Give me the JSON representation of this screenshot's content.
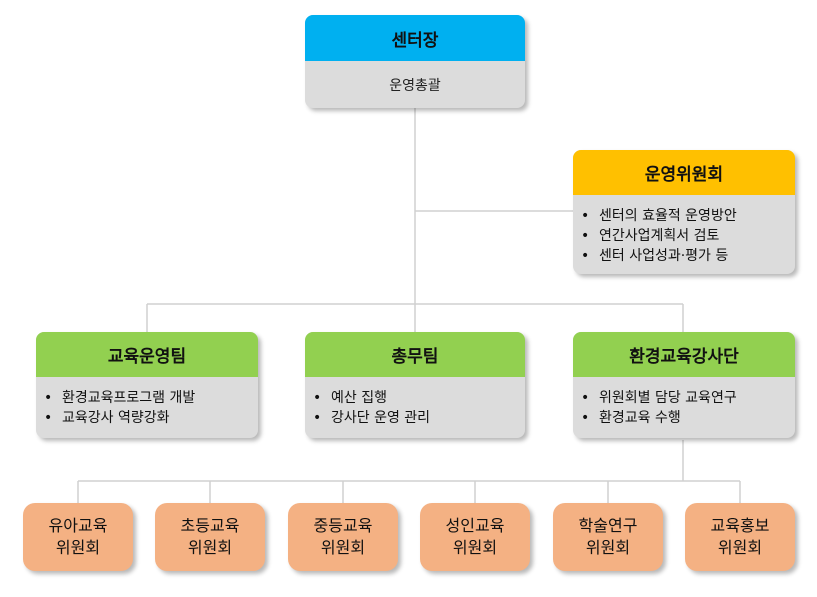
{
  "colors": {
    "center_header": "#00b0f0",
    "committee_header": "#ffc000",
    "team_header": "#92d050",
    "box_body": "#dcdcdc",
    "pill": "#f4b183",
    "line": "#d0d0d0"
  },
  "center": {
    "title": "센터장",
    "role": "운영총괄"
  },
  "committee": {
    "title": "운영위원회",
    "items": [
      "센터의 효율적 운영방안",
      "연간사업계획서 검토",
      "센터 사업성과·평가 등"
    ]
  },
  "teams": [
    {
      "title": "교육운영팀",
      "items": [
        "환경교육프로그램 개발",
        "교육강사 역량강화"
      ]
    },
    {
      "title": "총무팀",
      "items": [
        "예산 집행",
        "강사단 운영 관리"
      ]
    },
    {
      "title": "환경교육강사단",
      "items": [
        "위원회별 담당 교육연구",
        "환경교육 수행"
      ]
    }
  ],
  "committees": [
    {
      "line1": "유아교육",
      "line2": "위원회"
    },
    {
      "line1": "초등교육",
      "line2": "위원회"
    },
    {
      "line1": "중등교육",
      "line2": "위원회"
    },
    {
      "line1": "성인교육",
      "line2": "위원회"
    },
    {
      "line1": "학술연구",
      "line2": "위원회"
    },
    {
      "line1": "교육홍보",
      "line2": "위원회"
    }
  ]
}
